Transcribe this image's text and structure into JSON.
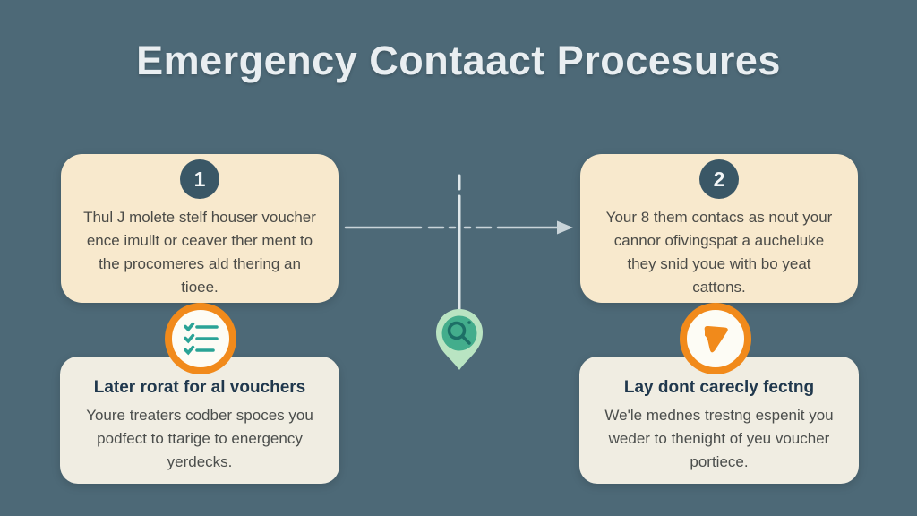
{
  "title": "Emergency Contaact Procesures",
  "colors": {
    "background": "#4d6977",
    "step_card": "#f8e9cd",
    "note_card": "#f0ede2",
    "badge": "#3a5766",
    "accent_orange": "#f18a1b",
    "checklist_teal": "#2aa396",
    "pin_outer": "#b9e4c2",
    "pin_inner": "#43ad8c",
    "pin_glyph": "#1d6f66",
    "connector_line": "#c9d4d9",
    "title_text": "#e9eef1",
    "heading_text": "#20384d",
    "body_text": "#4b4b47"
  },
  "steps": [
    {
      "number": "1",
      "lines": [
        "Thul J molete stelf houser voucher",
        "ence imullt or ceaver ther ment to",
        "the procomeres ald thering an",
        "tioee."
      ]
    },
    {
      "number": "2",
      "lines": [
        "Your 8 them contacs as nout your",
        "cannor ofivingspat a aucheluke",
        "they snid youe with bo yeat",
        "cattons."
      ]
    }
  ],
  "notes": [
    {
      "icon": "checklist-icon",
      "heading": "Later rorat for al vouchers",
      "lines": [
        "Youre treaters codber spoces you",
        "podfect to ttarige to energency",
        "yerdecks."
      ]
    },
    {
      "icon": "cursor-flag-icon",
      "heading": "Lay dont carecly fectng",
      "lines": [
        "We'le mednes trestng espenit you",
        "weder to thenight of yeu voucher",
        "portiece."
      ]
    }
  ],
  "center_icon": "map-pin-search-icon"
}
